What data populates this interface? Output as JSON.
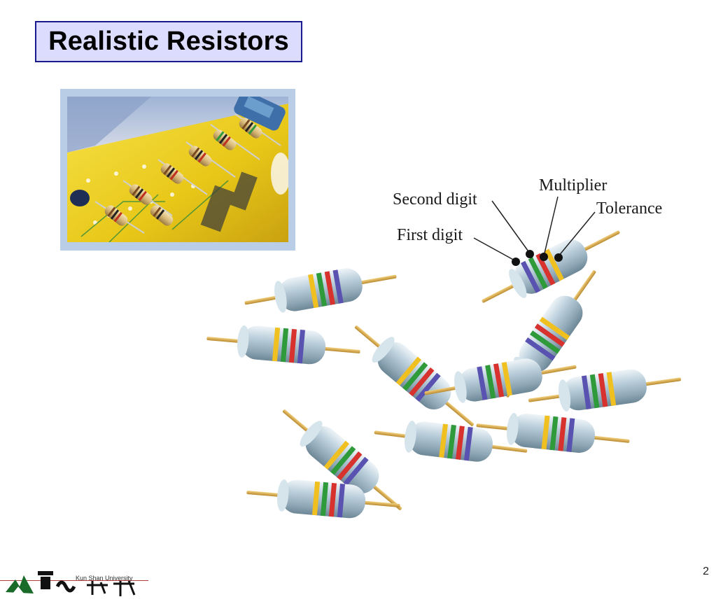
{
  "slide": {
    "title": "Realistic Resistors",
    "page_number": "2"
  },
  "diagram": {
    "labels": {
      "first_digit": "First digit",
      "second_digit": "Second digit",
      "multiplier": "Multiplier",
      "tolerance": "Tolerance"
    }
  },
  "footer": {
    "university_caption": "Kun Shan University"
  },
  "colors": {
    "title_bg": "#dcdcff",
    "title_border": "#1a1a8c",
    "frame": "#b9cde6",
    "pcb_yellow": "#f2d21c",
    "band_violet": "#5a52b0",
    "band_green": "#2f9a3a",
    "band_red": "#d8322e",
    "band_gold": "#f0c020",
    "lead_gold": "#d9a640"
  }
}
